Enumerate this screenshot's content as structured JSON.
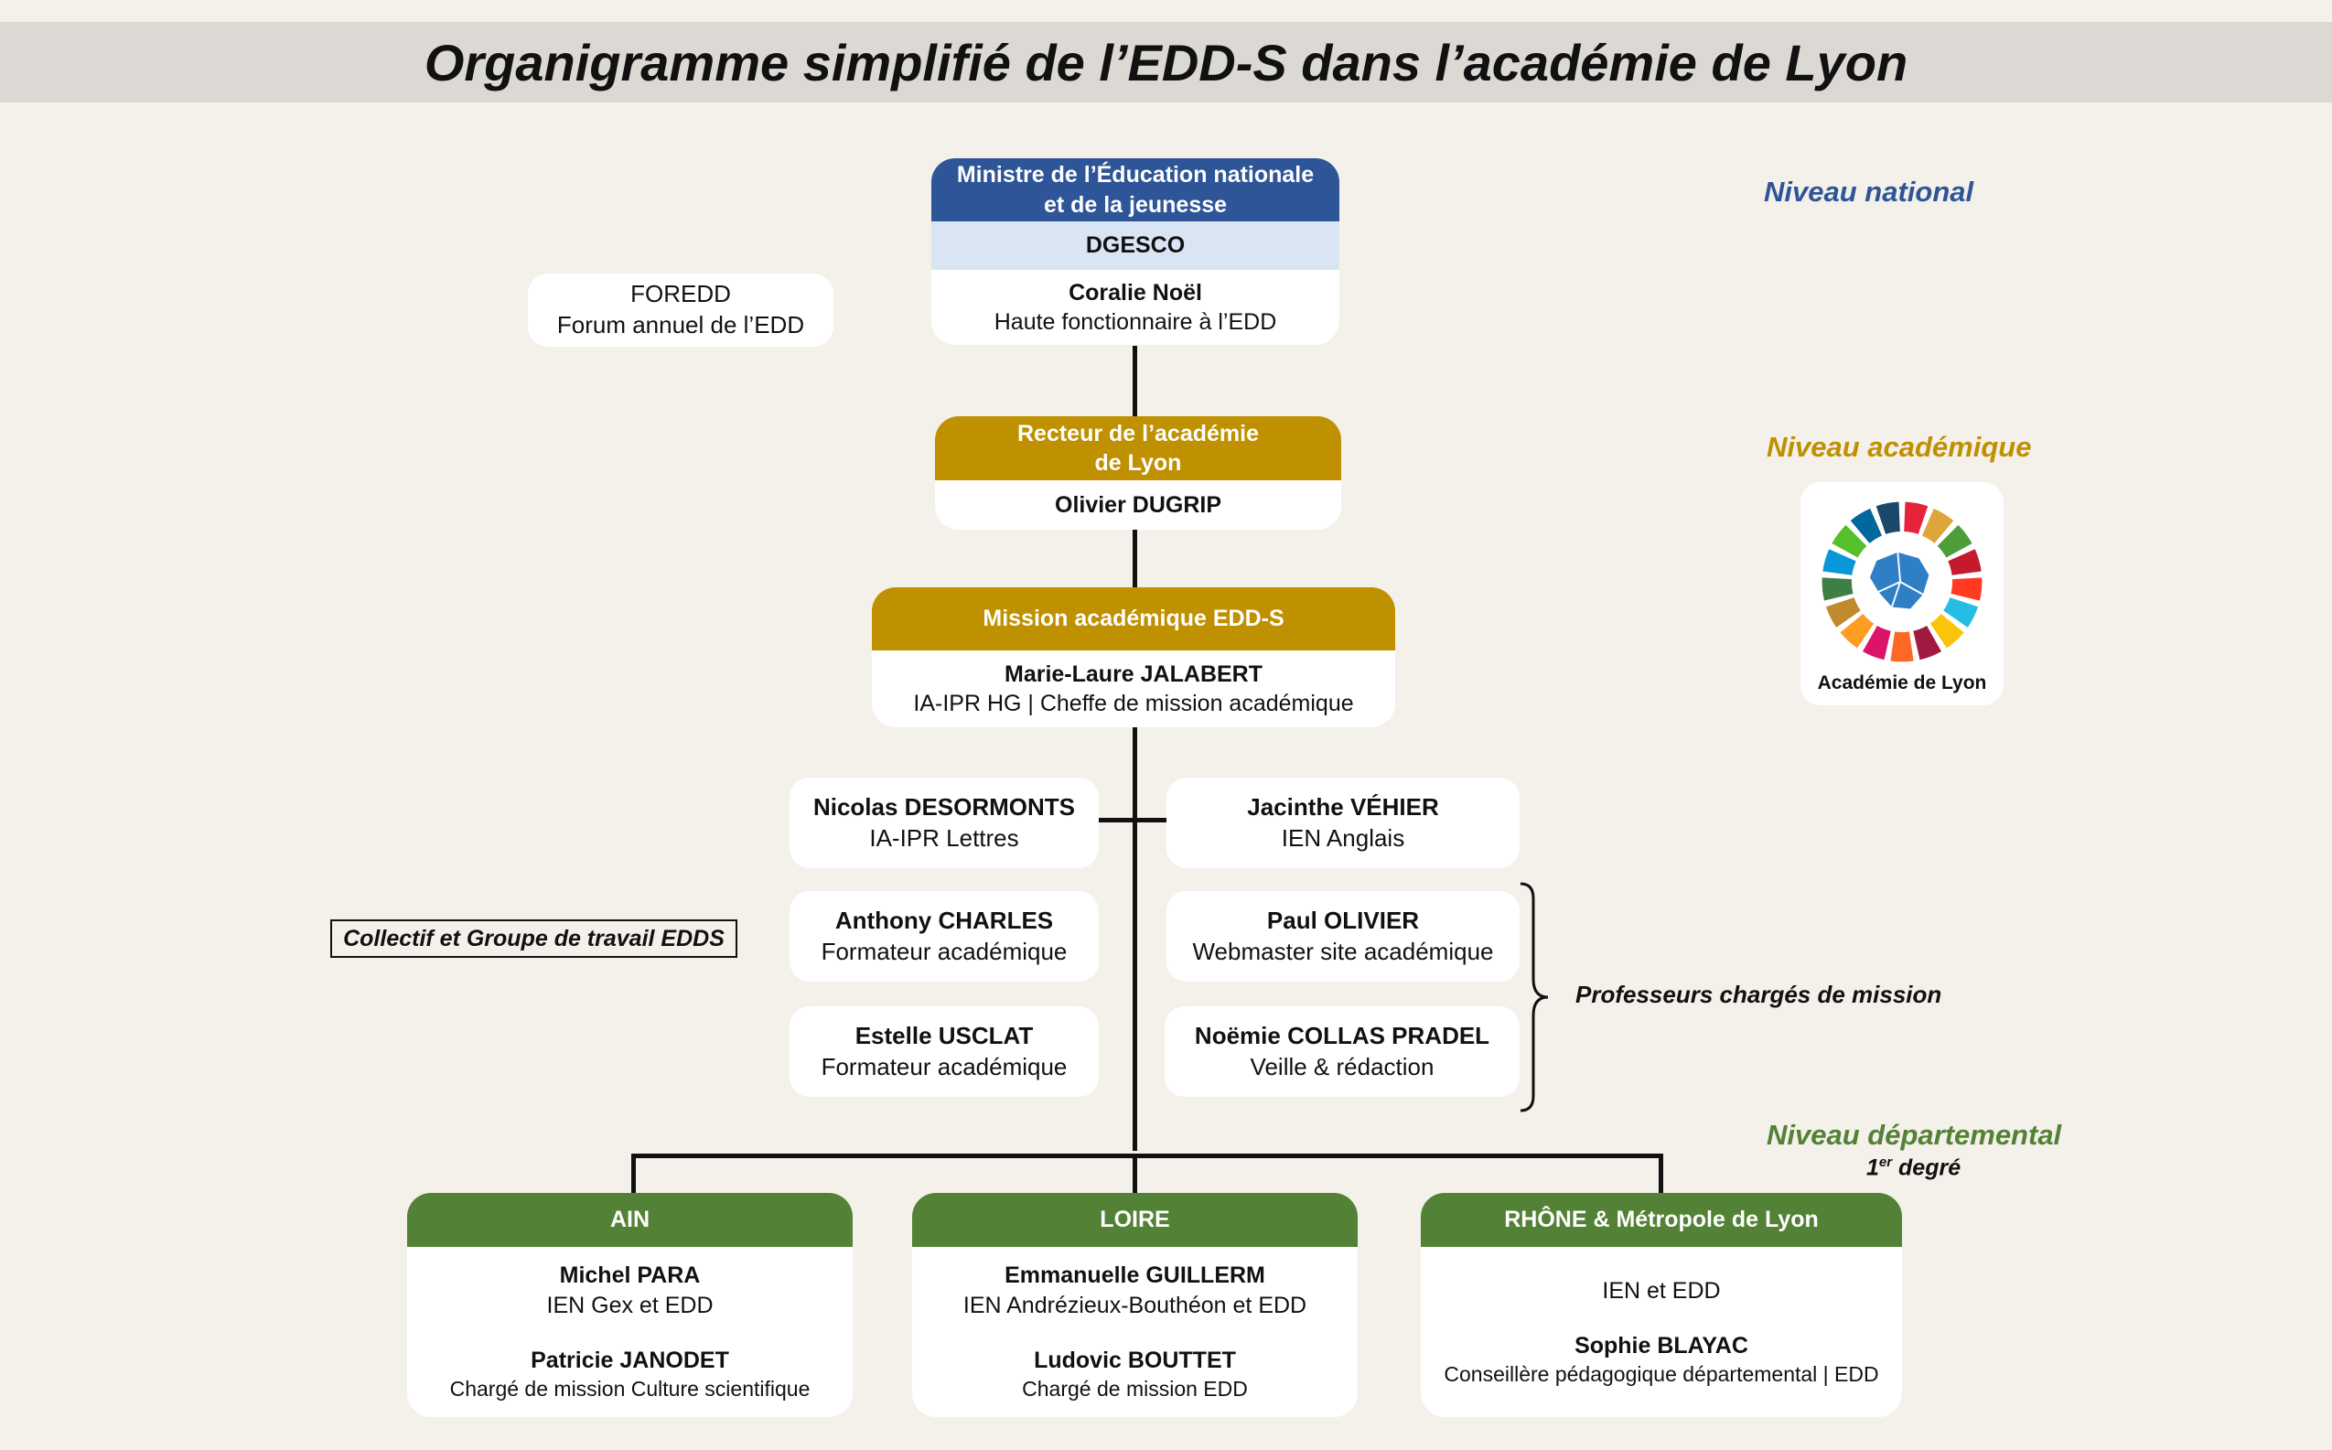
{
  "title": "Organigramme simplifié de l’EDD-S dans l’académie de Lyon",
  "levels": {
    "national": "Niveau national",
    "academique": "Niveau académique",
    "departemental": "Niveau départemental",
    "degre_num": "1",
    "degre_sup": "er",
    "degre_word": " degré"
  },
  "colors": {
    "national": "#2e5597",
    "academique": "#bf9000",
    "departemental": "#538135"
  },
  "ministere": {
    "header_line1": "Ministre de l’Éducation nationale",
    "header_line2": "et de la jeunesse",
    "sub": "DGESCO",
    "name": "Coralie Noël",
    "role": "Haute fonctionnaire à l’EDD"
  },
  "foredd": {
    "line1": "FOREDD",
    "line2": "Forum annuel de l’EDD"
  },
  "recteur": {
    "header_line1": "Recteur de l’académie",
    "header_line2": "de Lyon",
    "name": "Olivier DUGRIP"
  },
  "logo": {
    "caption": "Académie de Lyon"
  },
  "mission": {
    "header": "Mission académique EDD-S",
    "name": "Marie-Laure JALABERT",
    "role": "IA-IPR HG | Cheffe de mission académique"
  },
  "collectif": "Collectif et Groupe de travail EDDS",
  "professeurs_label": "Professeurs chargés de mission",
  "people": [
    {
      "name": "Nicolas DESORMONTS",
      "role": "IA-IPR Lettres"
    },
    {
      "name": "Jacinthe VÉHIER",
      "role": "IEN Anglais"
    },
    {
      "name": "Anthony CHARLES",
      "role": "Formateur académique"
    },
    {
      "name": "Paul OLIVIER",
      "role": "Webmaster site académique"
    },
    {
      "name": "Estelle USCLAT",
      "role": "Formateur académique"
    },
    {
      "name": "Noëmie COLLAS PRADEL",
      "role": "Veille & rédaction"
    }
  ],
  "departements": [
    {
      "header": "AIN",
      "name1": "Michel PARA",
      "role1": "IEN Gex et EDD",
      "name2": "Patricie JANODET",
      "role2": "Chargé de mission Culture scientifique"
    },
    {
      "header": "LOIRE",
      "name1": "Emmanuelle GUILLERM",
      "role1": "IEN Andrézieux-Bouthéon et EDD",
      "name2": "Ludovic BOUTTET",
      "role2": "Chargé de mission EDD"
    },
    {
      "header": "RHÔNE & Métropole de Lyon",
      "role1": "IEN et EDD",
      "name2": "Sophie BLAYAC",
      "role2": "Conseillère pédagogique départemental | EDD"
    }
  ]
}
